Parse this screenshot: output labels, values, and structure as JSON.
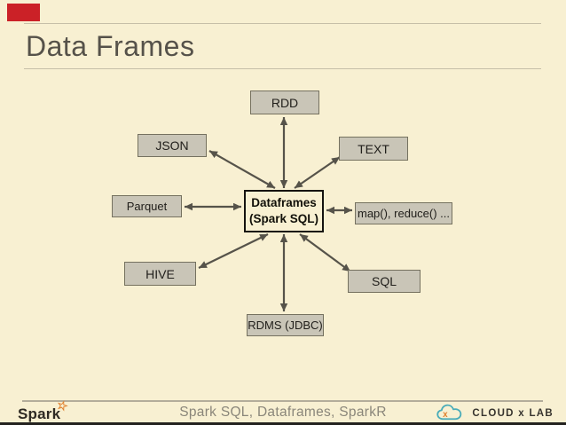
{
  "slide": {
    "title": "Data Frames",
    "diagram": {
      "center": {
        "line1": "Dataframes",
        "line2": "(Spark SQL)"
      },
      "nodes": {
        "rdd": "RDD",
        "json": "JSON",
        "text": "TEXT",
        "parquet": "Parquet",
        "map_reduce": "map(), reduce() ...",
        "hive": "HIVE",
        "sql": "SQL",
        "rdms": "RDMS (JDBC)"
      }
    },
    "footer": {
      "spark_wordmark": "Spark",
      "star_glyph": "☆",
      "center_text": "Spark SQL, Dataframes, SparkR",
      "cloud_letter": "x",
      "cloudxlab_label": "CLOUD x LAB"
    },
    "colors": {
      "background": "#f8f0d2",
      "node_fill": "#c9c5b7",
      "node_border": "#75715f",
      "arrow": "#56534a",
      "accent_red": "#cb2127",
      "logo_teal": "#4aacb9",
      "logo_orange": "#e0812f"
    }
  }
}
